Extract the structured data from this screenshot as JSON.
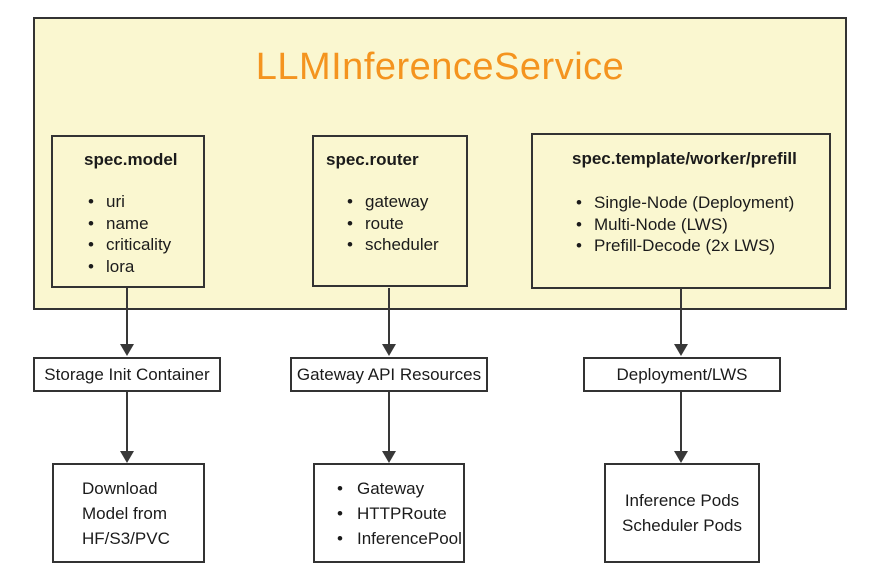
{
  "diagram": {
    "title": "LLMInferenceService",
    "spec_boxes": [
      {
        "title": "spec.model",
        "items": [
          "uri",
          "name",
          "criticality",
          "lora"
        ]
      },
      {
        "title": "spec.router",
        "items": [
          "gateway",
          "route",
          "scheduler"
        ]
      },
      {
        "title": "spec.template/worker/prefill",
        "items": [
          "Single-Node (Deployment)",
          "Multi-Node (LWS)",
          "Prefill-Decode (2x LWS)"
        ]
      }
    ],
    "mid_boxes": [
      {
        "label": "Storage Init Container"
      },
      {
        "label": "Gateway API Resources"
      },
      {
        "label": "Deployment/LWS"
      }
    ],
    "bottom_boxes": {
      "download": {
        "lines": [
          "Download",
          "Model from",
          "HF/S3/PVC"
        ]
      },
      "gateway_resources": {
        "items": [
          "Gateway",
          "HTTPRoute",
          "InferencePool"
        ]
      },
      "pods": {
        "lines": [
          "Inference Pods",
          "Scheduler Pods"
        ]
      }
    },
    "colors": {
      "container_fill": "#FAF7D0",
      "border": "#333333",
      "title_orange": "#F4941F",
      "arrow": "#383838",
      "text": "#1B1B1B",
      "page_background": "#FFFFFF"
    }
  }
}
